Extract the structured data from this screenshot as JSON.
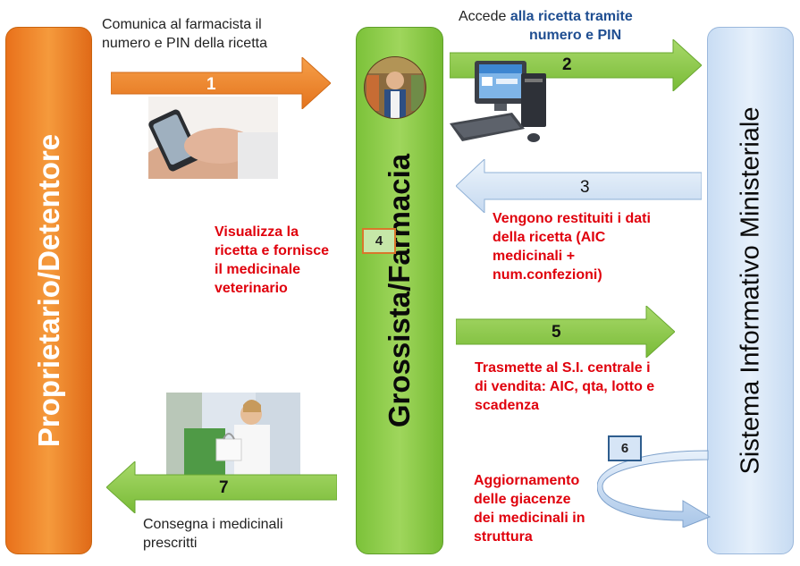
{
  "columns": {
    "left": "Proprietario/Detentore",
    "middle": "Grossista/Farmacia",
    "right": "Sistema Informativo Ministeriale"
  },
  "steps": {
    "s1": {
      "number": "1",
      "lines": [
        "Comunica al farmacista il",
        "numero e PIN della ricetta"
      ]
    },
    "s2": {
      "number": "2",
      "plain": "Accede ",
      "bold1": "alla ricetta tramite",
      "bold2": "numero e PIN"
    },
    "s3": {
      "number": "3",
      "lines": [
        "Vengono restituiti i dati",
        "della ricetta (AIC",
        "medicinali +",
        "num.confezioni)"
      ]
    },
    "s4": {
      "number": "4",
      "lines": [
        "Visualizza la",
        "ricetta e fornisce",
        "il medicinale",
        "veterinario"
      ]
    },
    "s5": {
      "number": "5",
      "lines": [
        "Trasmette al S.I. centrale i",
        "di vendita: AIC, qta, lotto e",
        "scadenza"
      ]
    },
    "s6": {
      "number": "6",
      "lines": [
        "Aggiornamento",
        "delle giacenze",
        "dei medicinali in",
        "struttura"
      ]
    },
    "s7": {
      "number": "7",
      "lines": [
        "Consegna i medicinali",
        "prescritti"
      ]
    }
  },
  "colors": {
    "orange": "#f08324",
    "green": "#8fcb4c",
    "light_blue": "#dce9f8",
    "red_text": "#e0000c",
    "blue_text": "#1f4e91"
  }
}
